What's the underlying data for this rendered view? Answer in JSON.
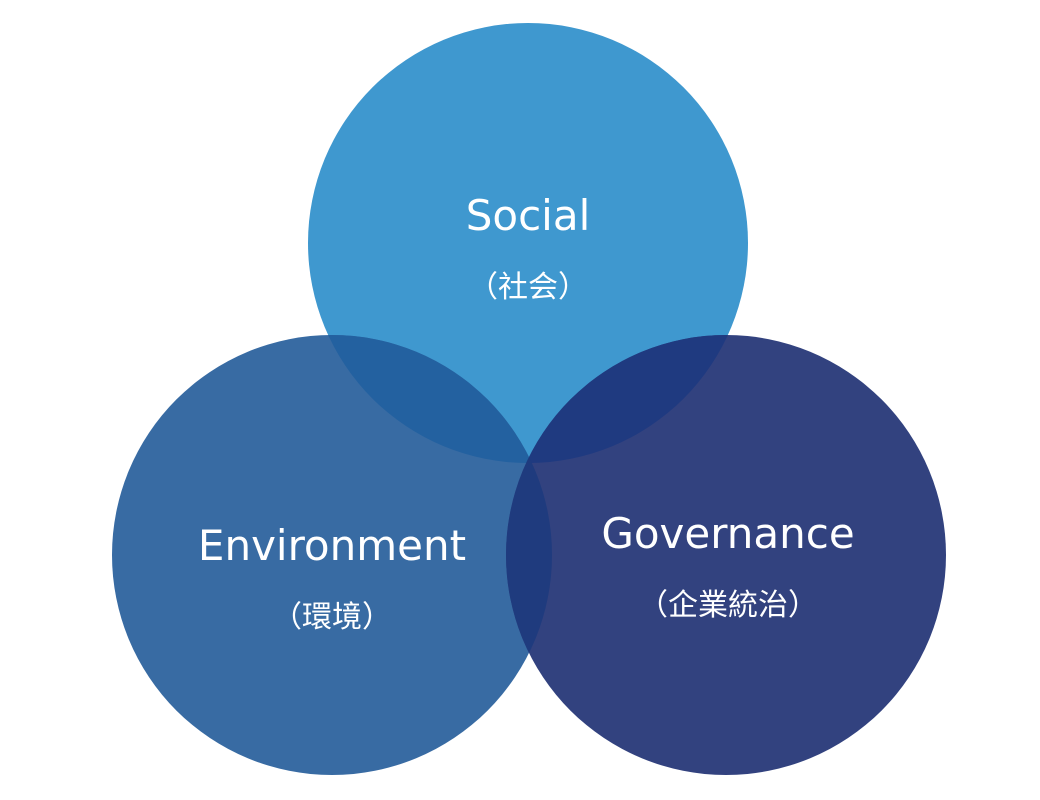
{
  "diagram": {
    "circles": {
      "social": {
        "title": "Social",
        "subtitle": "（社会）",
        "color": "#3f98cf"
      },
      "environment": {
        "title": "Environment",
        "subtitle": "（環境）",
        "color": "#386ba3"
      },
      "governance": {
        "title": "Governance",
        "subtitle": "（企業統治）",
        "color": "#32427f"
      }
    },
    "overlap_colors": {
      "social_environment": "#2361a0",
      "social_governance": "#1f3a80",
      "environment_governance": "#1f3b7e"
    }
  }
}
